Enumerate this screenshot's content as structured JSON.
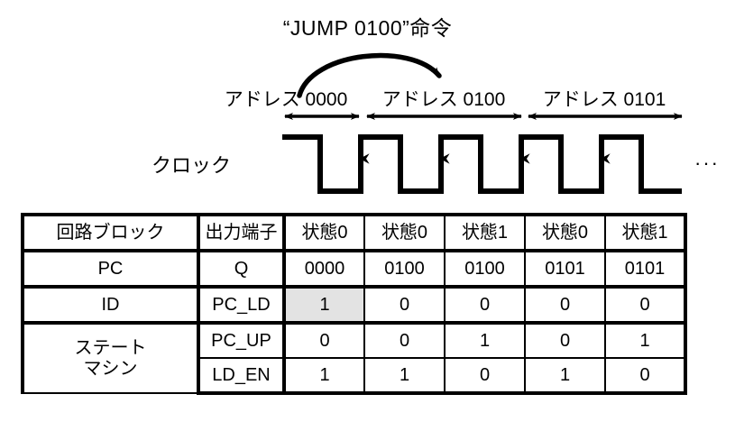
{
  "title": "“JUMP 0100”命令",
  "clock": {
    "label": "クロック",
    "ellipsis": "···"
  },
  "addresses": [
    {
      "label": "アドレス 0000"
    },
    {
      "label": "アドレス 0100"
    },
    {
      "label": "アドレス 0101"
    }
  ],
  "table": {
    "headers": {
      "block": "回路ブロック",
      "terminal": "出力端子",
      "states": [
        "状態0",
        "状態0",
        "状態1",
        "状態0",
        "状態1"
      ]
    },
    "rows": [
      {
        "block": "PC",
        "terminal": "Q",
        "values": [
          "0000",
          "0100",
          "0100",
          "0101",
          "0101"
        ],
        "highlight": [
          false,
          false,
          false,
          false,
          false
        ]
      },
      {
        "block": "ID",
        "terminal": "PC_LD",
        "values": [
          "1",
          "0",
          "0",
          "0",
          "0"
        ],
        "highlight": [
          true,
          false,
          false,
          false,
          false
        ]
      },
      {
        "block": "ステート",
        "block_line2": "マシン",
        "terminal": "PC_UP",
        "values": [
          "0",
          "0",
          "1",
          "0",
          "1"
        ],
        "highlight": [
          false,
          false,
          false,
          false,
          false
        ]
      },
      {
        "block": "",
        "terminal": "LD_EN",
        "values": [
          "1",
          "1",
          "0",
          "1",
          "0"
        ],
        "highlight": [
          false,
          false,
          false,
          false,
          false
        ]
      }
    ]
  },
  "colors": {
    "line": "#000000",
    "highlight": "#e3e3e3",
    "background": "#ffffff"
  },
  "chart_data": {
    "type": "line",
    "title": "“JUMP 0100”命令 clock timing diagram",
    "xlabel": "",
    "ylabel": "",
    "signal_name": "クロック",
    "waveform_levels": [
      1,
      0,
      1,
      0,
      1,
      0,
      1,
      0,
      1,
      0
    ],
    "rising_edge_count": 4,
    "address_spans": [
      {
        "label": "アドレス 0000",
        "columns": 1
      },
      {
        "label": "アドレス 0100",
        "columns": 2
      },
      {
        "label": "アドレス 0101",
        "columns": 2
      }
    ],
    "jump_arrow": {
      "from": "アドレス 0000",
      "to": "アドレス 0100"
    },
    "series": [
      {
        "name": "PC Q",
        "values": [
          "0000",
          "0100",
          "0100",
          "0101",
          "0101"
        ]
      },
      {
        "name": "PC_LD",
        "values": [
          1,
          0,
          0,
          0,
          0
        ]
      },
      {
        "name": "PC_UP",
        "values": [
          0,
          0,
          1,
          0,
          1
        ]
      },
      {
        "name": "LD_EN",
        "values": [
          1,
          1,
          0,
          1,
          0
        ]
      }
    ],
    "categories": [
      "状態0",
      "状態0",
      "状態1",
      "状態0",
      "状態1"
    ]
  }
}
